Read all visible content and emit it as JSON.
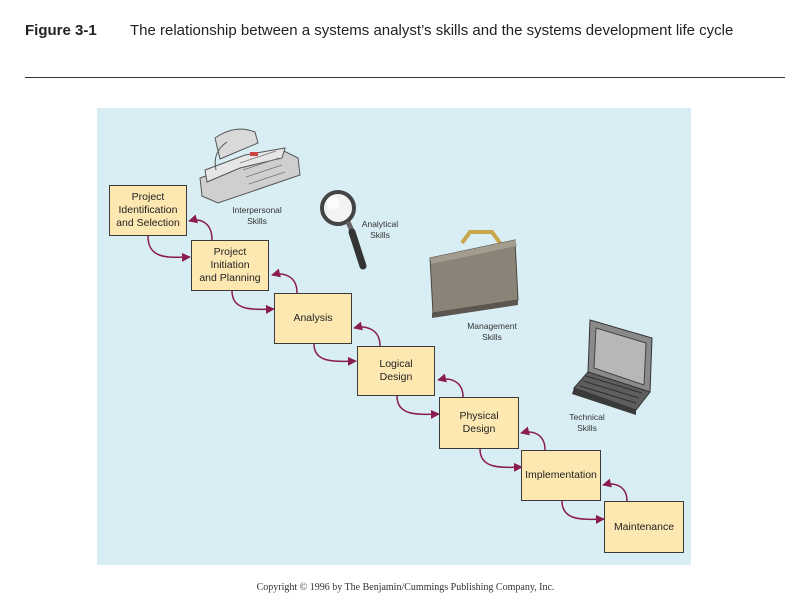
{
  "header": {
    "figure_label": "Figure 3-1",
    "caption": "The relationship between a systems analyst’s skills and the systems development life cycle"
  },
  "stages": [
    "Project\nIdentification\nand Selection",
    "Project\nInitiation\nand Planning",
    "Analysis",
    "Logical\nDesign",
    "Physical\nDesign",
    "Implementation",
    "Maintenance"
  ],
  "skills": [
    {
      "label": "Interpersonal\nSkills",
      "icon": "telephone-icon"
    },
    {
      "label": "Analytical\nSkills",
      "icon": "magnifying-glass-icon"
    },
    {
      "label": "Management\nSkills",
      "icon": "briefcase-icon"
    },
    {
      "label": "Technical\nSkills",
      "icon": "laptop-icon"
    }
  ],
  "colors": {
    "panel": "#d8eef4",
    "stage_fill": "#fde8b2",
    "arrow": "#8a1c50"
  },
  "footer": {
    "copyright": "Copyright © 1996 by The Benjamin/Cummings Publishing Company, Inc."
  }
}
